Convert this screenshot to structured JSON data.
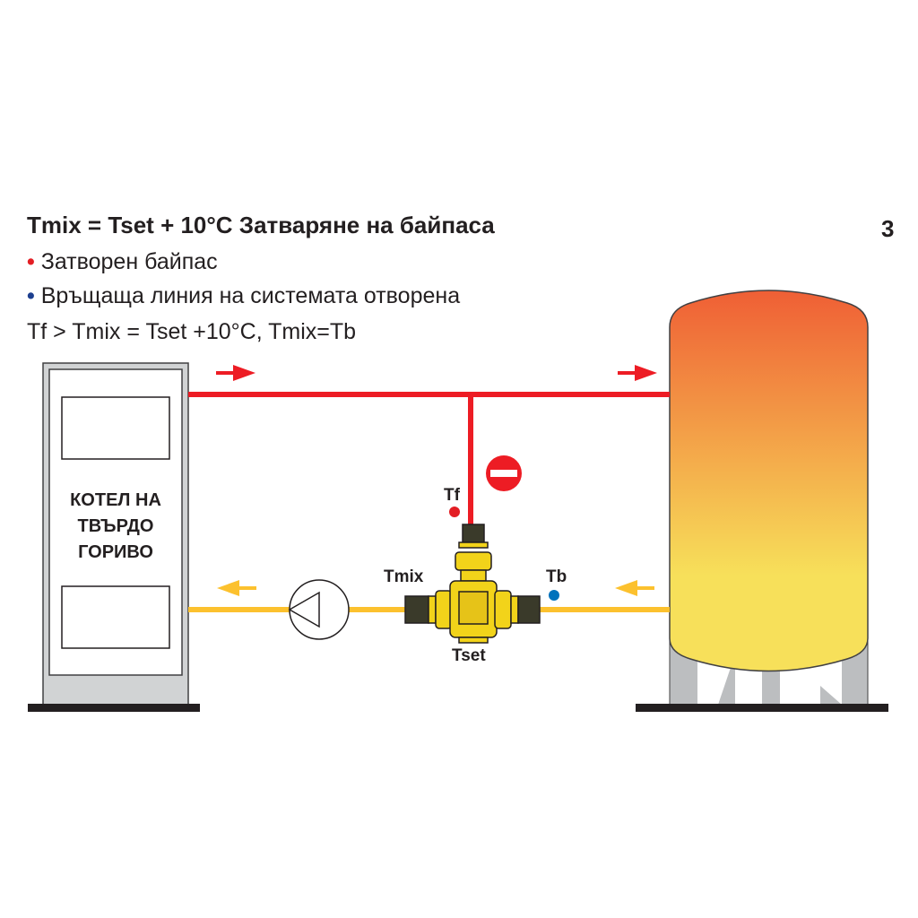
{
  "header": {
    "title": "Tmix = Tset + 10°C  Затваряне на байпаса",
    "page_number": "3",
    "bullets": [
      {
        "text": "Затворен байпас",
        "color": "#e31e24"
      },
      {
        "text": "Връщаща линия на системата отворена",
        "color": "#1d3f8f"
      }
    ],
    "formula": "Tf > Tmix = Tset +10°C, Tmix=Tb"
  },
  "diagram": {
    "boiler_label": [
      "КОТЕЛ НА",
      "ТВЪРДО",
      "ГОРИВО"
    ],
    "sensors": {
      "tf": "Tf",
      "tmix": "Tmix",
      "tb": "Tb",
      "tset": "Tset"
    },
    "colors": {
      "supply": "#ed1c24",
      "return": "#fcc12e",
      "tf_dot": "#e31e24",
      "tb_dot": "#0072bc",
      "tank_top": "#ef5f35",
      "tank_bottom": "#f7e05a"
    }
  }
}
